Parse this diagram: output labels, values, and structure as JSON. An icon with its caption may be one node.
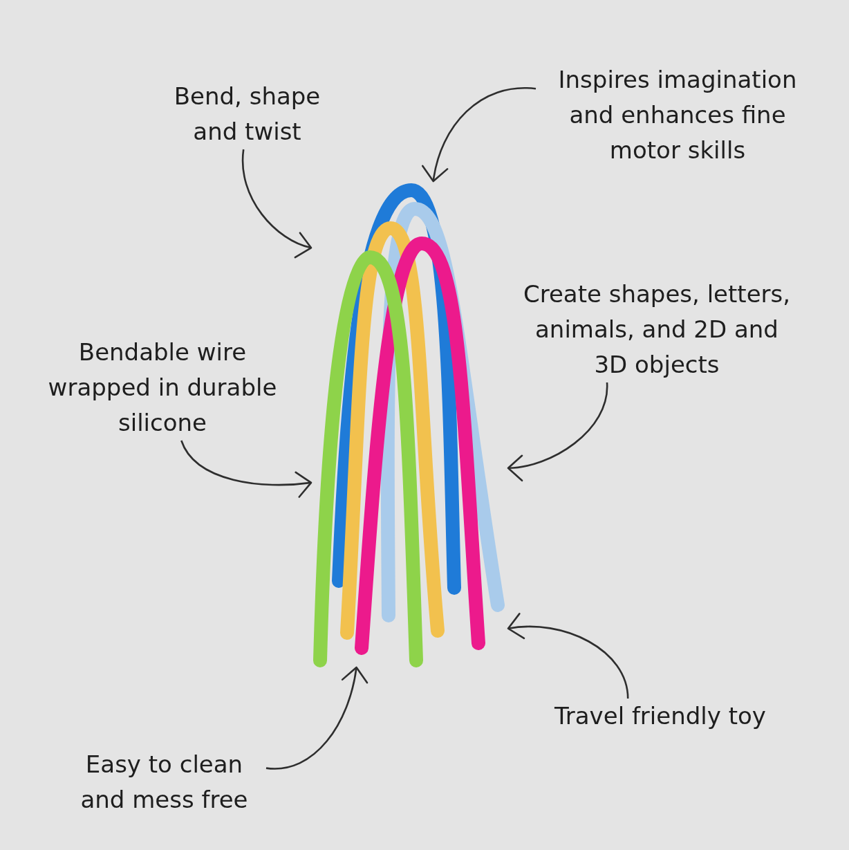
{
  "diagram": {
    "nodes": [
      {
        "text": [
          "Bend, shape and twist"
        ]
      },
      {
        "text": [
          "Inspires imagination and enhances fine motor skills"
        ]
      },
      {
        "text": [
          "Bendable wire wrapped in durable silicone"
        ]
      },
      {
        "text": [
          "Create shapes, letters, animals, and 2D and 3D objects"
        ]
      },
      {
        "text": [
          "Travel friendly toy"
        ]
      },
      {
        "text": [
          "Easy to clean and mess free"
        ]
      },
      {
        "text": [],
        "shape": "picture"
      }
    ],
    "edges": [
      {
        "from": 0,
        "to": 6,
        "arrow": "to"
      },
      {
        "from": 1,
        "to": 6,
        "arrow": "to"
      },
      {
        "from": 2,
        "to": 6,
        "arrow": "to"
      },
      {
        "from": 3,
        "to": 6,
        "arrow": "to"
      },
      {
        "from": 4,
        "to": 6,
        "arrow": "to"
      },
      {
        "from": 5,
        "to": 6,
        "arrow": "to"
      }
    ]
  }
}
